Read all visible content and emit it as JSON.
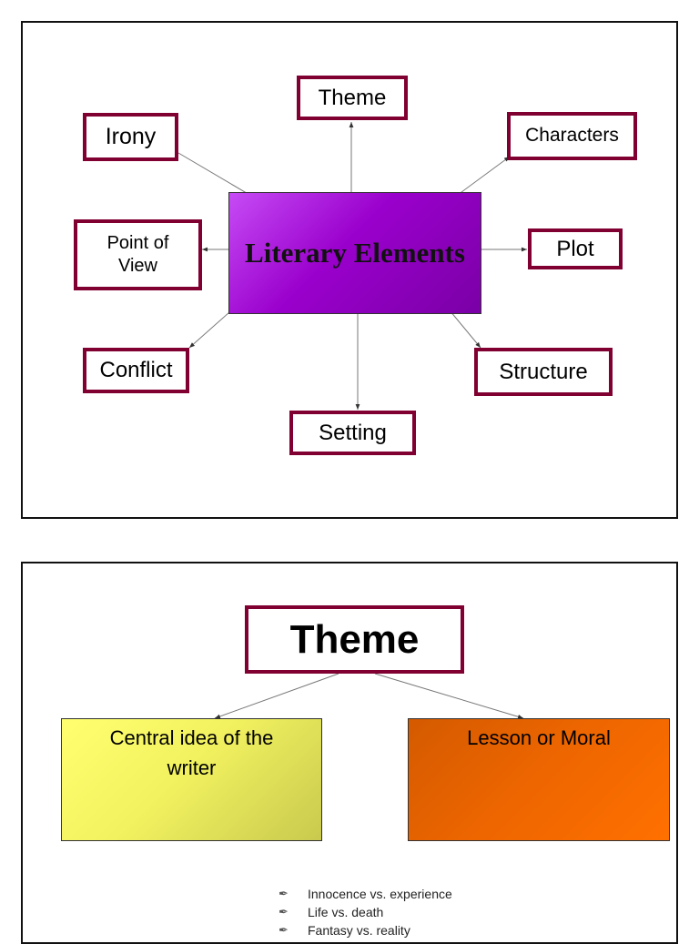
{
  "slide1": {
    "center": {
      "line1": "Literary",
      "line2": "Elements"
    },
    "nodes": {
      "theme": "Theme",
      "irony": "Irony",
      "characters": "Characters",
      "pov_line1": "Point of",
      "pov_line2": "View",
      "plot": "Plot",
      "conflict": "Conflict",
      "structure": "Structure",
      "setting": "Setting"
    }
  },
  "slide2": {
    "title": "Theme",
    "cards": {
      "left_line1": "Central idea of the",
      "left_line2": "writer",
      "right": "Lesson or Moral"
    },
    "examples": [
      "Innocence vs. experience",
      "Life vs. death",
      "Fantasy vs. reality"
    ],
    "bullet_icon": "pen-nib-icon"
  },
  "colors": {
    "node_border": "#800031",
    "center_fill": "#9a00cc",
    "left_card_fill": "#f2f260",
    "right_card_fill": "#ee6600"
  }
}
